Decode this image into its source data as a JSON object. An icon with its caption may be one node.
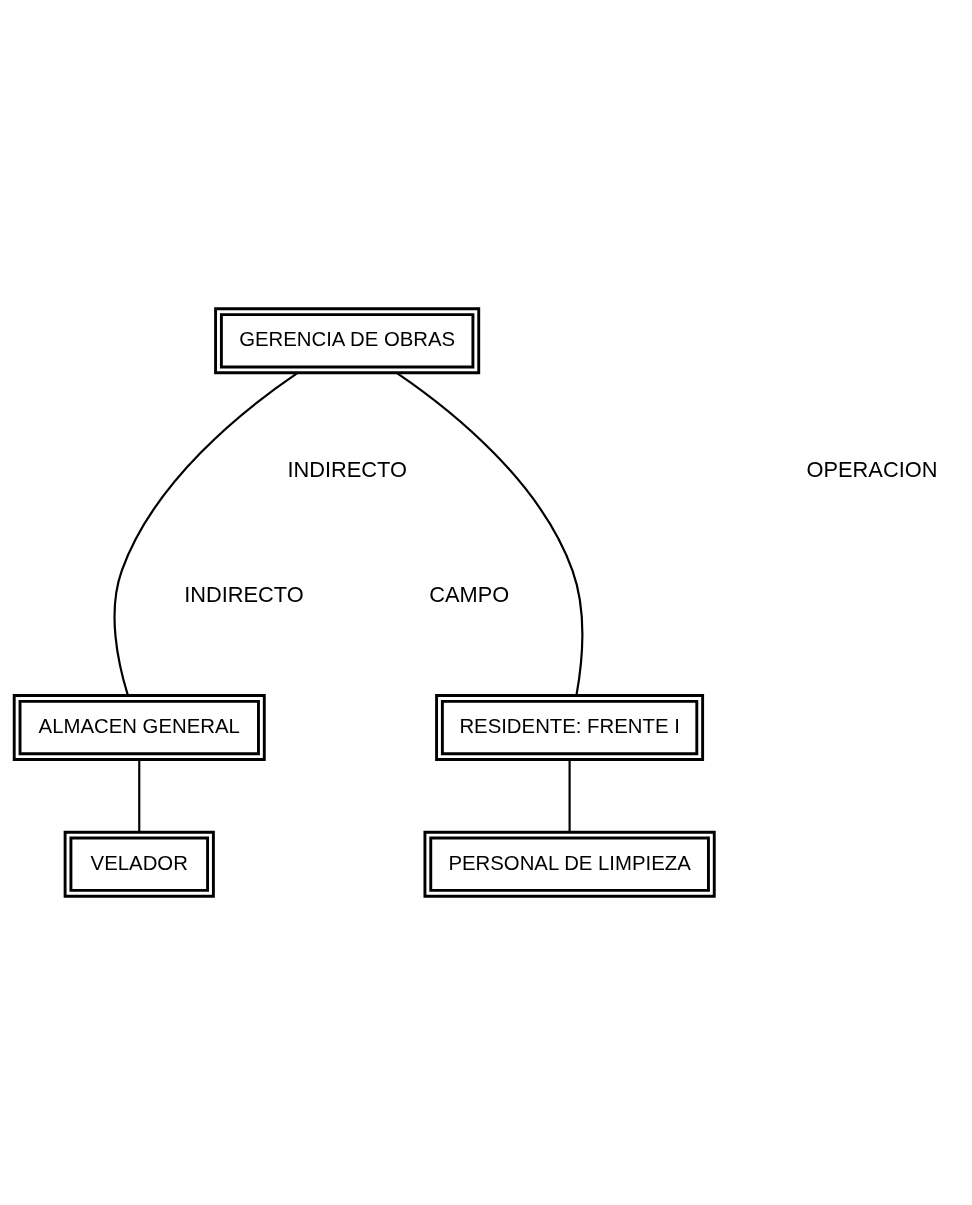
{
  "diagram": {
    "nodes": [
      {
        "text": [
          "GERENCIA DE OBRAS"
        ]
      },
      {
        "text": [
          "RESIDENTE: FRENTE I"
        ]
      },
      {
        "text": [
          "ALMACEN GENERAL"
        ]
      },
      {
        "text": [
          "PERSONAL DE LIMPIEZA"
        ]
      },
      {
        "text": [
          "VELADOR"
        ]
      }
    ],
    "edges": [
      {
        "from": 0,
        "to": 1,
        "arrow": "none"
      },
      {
        "from": 0,
        "to": 2,
        "arrow": "none"
      },
      {
        "from": 1,
        "to": 3,
        "arrow": "none"
      },
      {
        "from": 2,
        "to": 4,
        "arrow": "none"
      }
    ],
    "labels": [
      "INDIRECTO",
      "OPERACION",
      "INDIRECTO",
      "CAMPO"
    ]
  }
}
